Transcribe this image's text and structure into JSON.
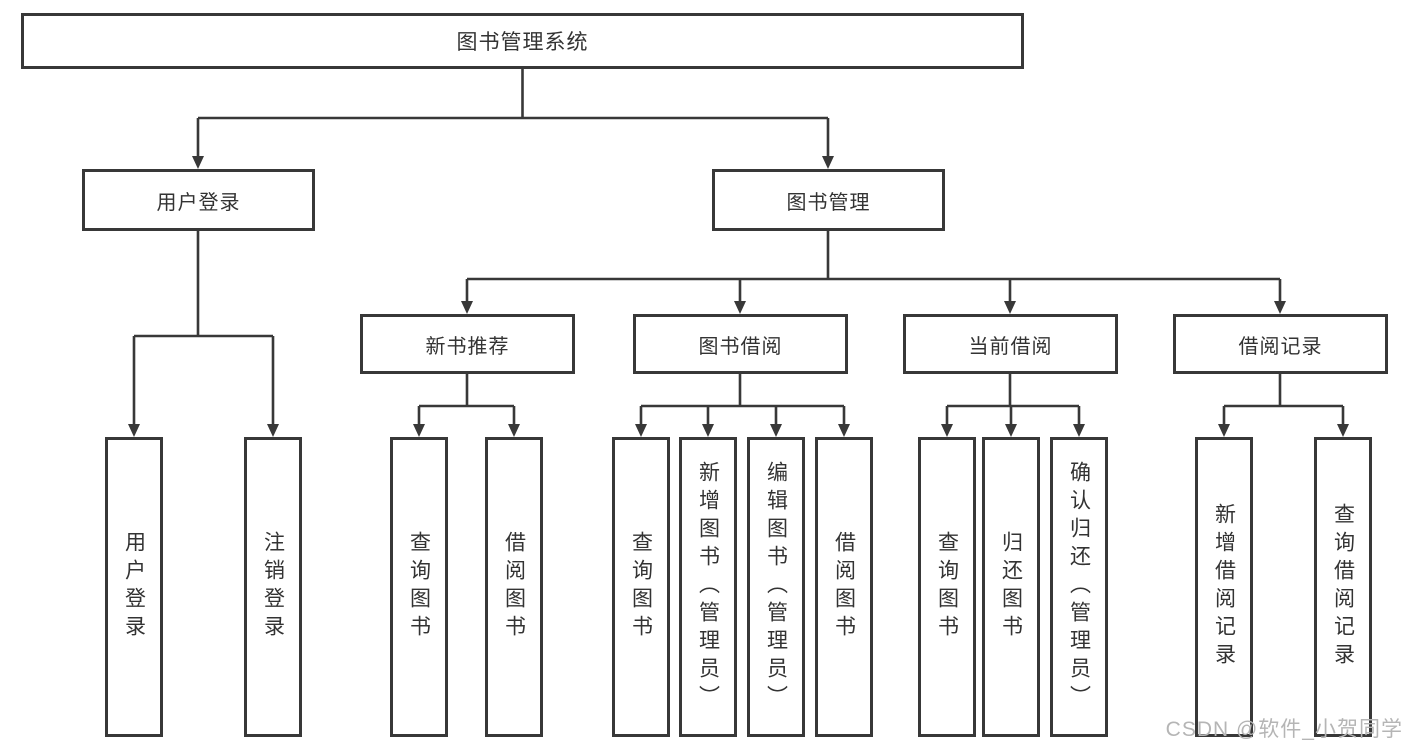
{
  "diagram": {
    "root": "图书管理系统",
    "branches": [
      {
        "label": "用户登录",
        "leaves": [
          "用户登录",
          "注销登录"
        ]
      },
      {
        "label": "图书管理",
        "groups": [
          {
            "label": "新书推荐",
            "leaves": [
              "查询图书",
              "借阅图书"
            ]
          },
          {
            "label": "图书借阅",
            "leaves": [
              "查询图书",
              "新增图书（管理员）",
              "编辑图书（管理员）",
              "借阅图书"
            ]
          },
          {
            "label": "当前借阅",
            "leaves": [
              "查询图书",
              "归还图书",
              "确认归还（管理员）"
            ]
          },
          {
            "label": "借阅记录",
            "leaves": [
              "新增借阅记录",
              "查询借阅记录"
            ]
          }
        ]
      }
    ]
  },
  "watermark": {
    "text": "CSDN @软件_小贺同学"
  },
  "colors": {
    "line": "#383838",
    "text": "#333333",
    "watermark": "#b5b5b5",
    "background": "#ffffff"
  }
}
